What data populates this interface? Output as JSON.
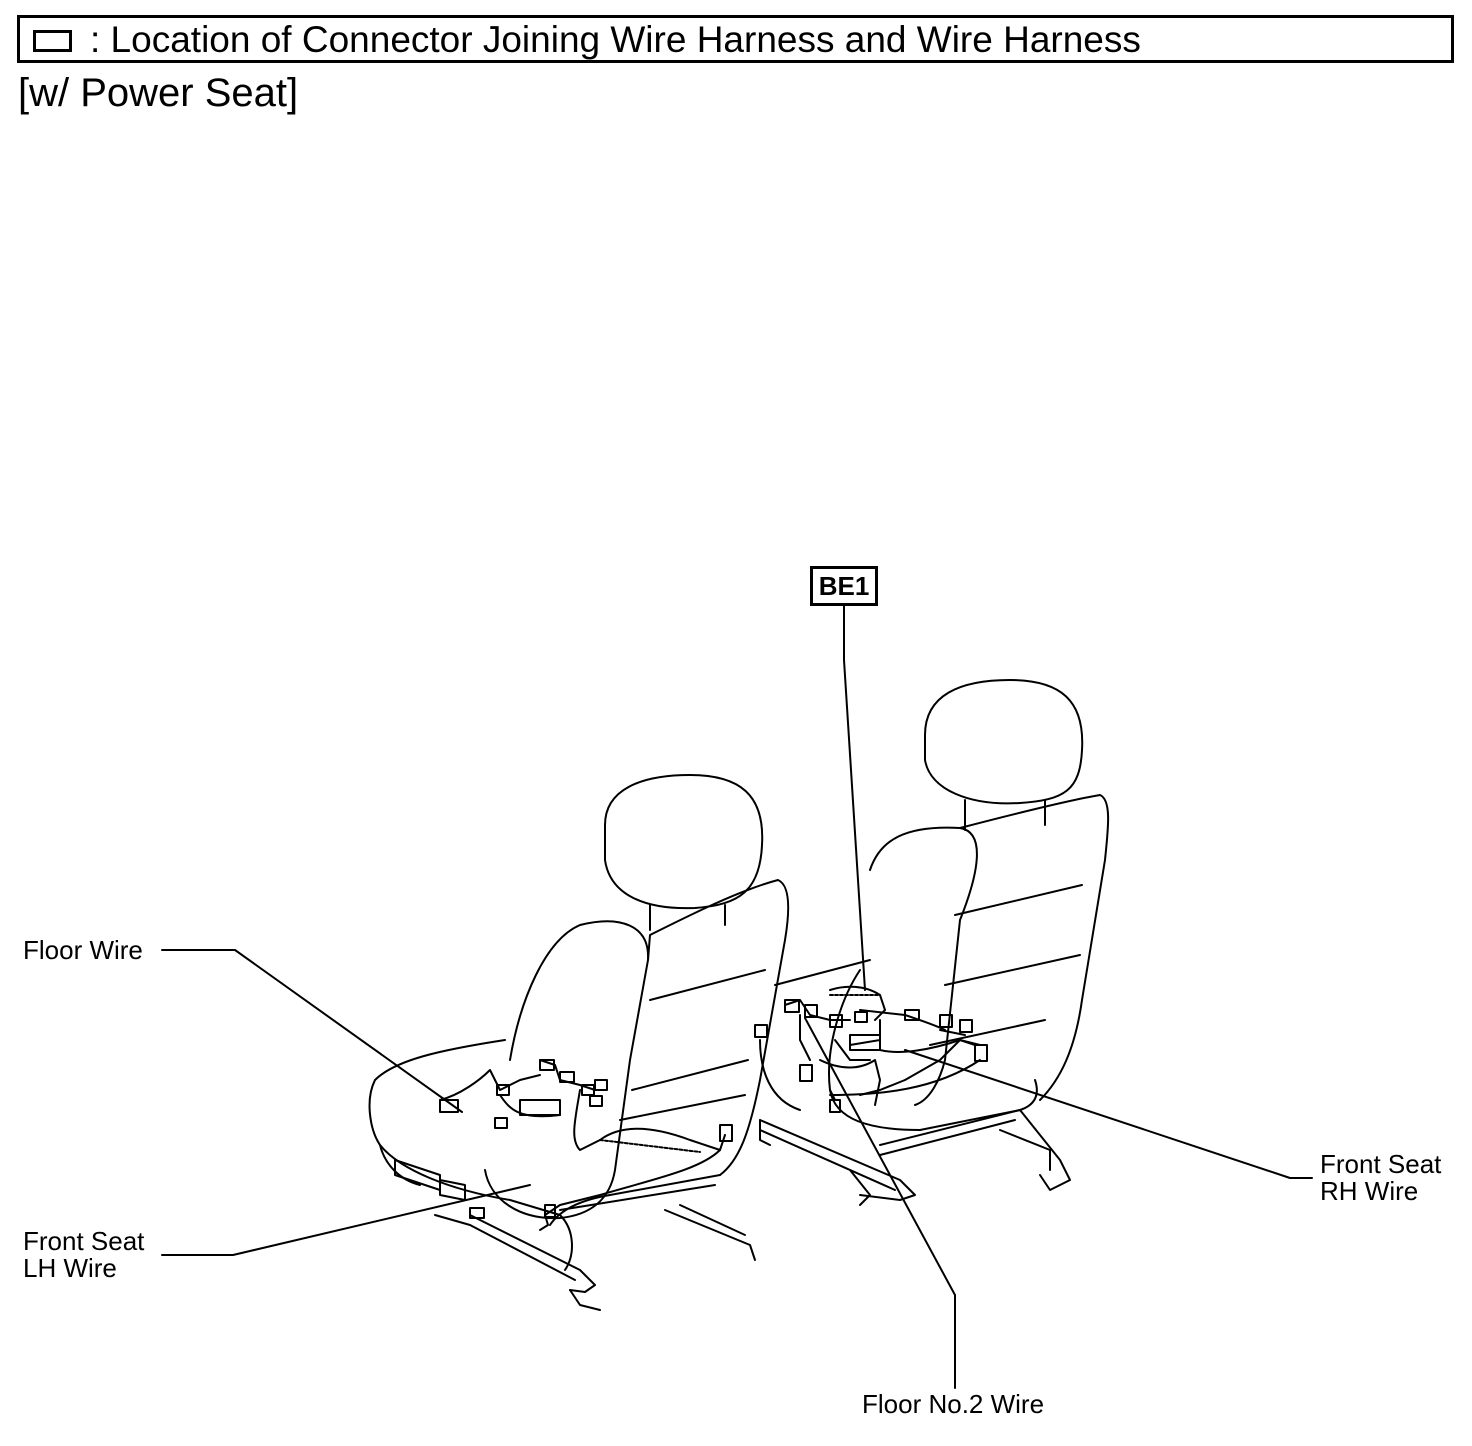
{
  "header": {
    "legend_text": ": Location of Connector Joining Wire Harness and Wire Harness"
  },
  "subtitle": "[w/ Power Seat]",
  "connector": {
    "code": "BE1"
  },
  "labels": {
    "floor_wire": "Floor Wire",
    "front_seat_lh_line1": "Front Seat",
    "front_seat_lh_line2": "LH Wire",
    "front_seat_rh_line1": "Front Seat",
    "front_seat_rh_line2": "RH Wire",
    "floor_no2_wire": "Floor No.2 Wire"
  }
}
